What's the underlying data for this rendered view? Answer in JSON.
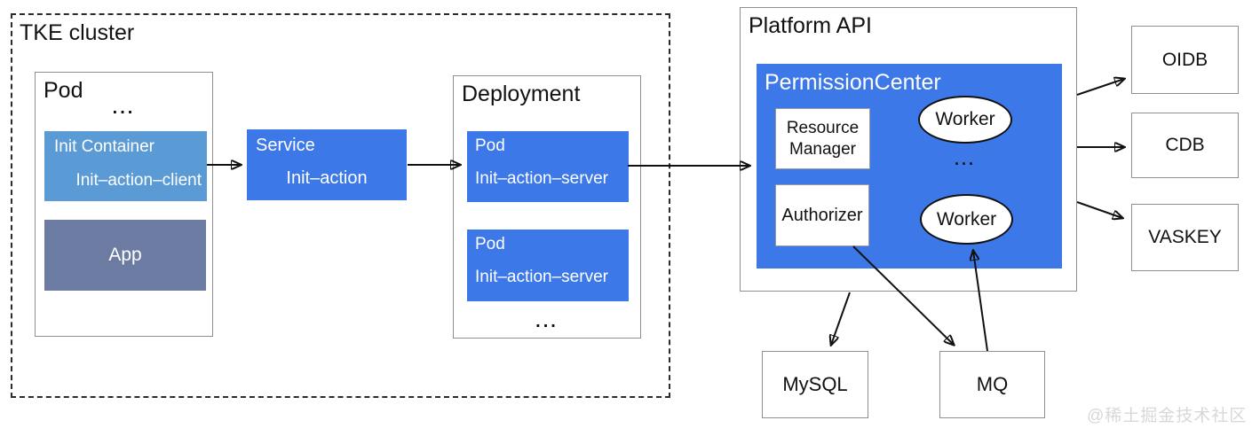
{
  "colors": {
    "primary_blue": "#3C78E8",
    "light_blue": "#5B9BD5",
    "slate_blue": "#6C7BA1",
    "box_border": "#8f8f8f",
    "watermark_gray": "#D8D8D8"
  },
  "tke_cluster": {
    "label": "TKE cluster"
  },
  "pod": {
    "label": "Pod",
    "ellipsis": "...",
    "init_container": {
      "title": "Init Container",
      "name": "Init–action–client"
    },
    "app": {
      "label": "App"
    }
  },
  "service": {
    "title": "Service",
    "name": "Init–action"
  },
  "deployment": {
    "label": "Deployment",
    "ellipsis": "...",
    "pods": [
      {
        "title": "Pod",
        "name": "Init–action–server"
      },
      {
        "title": "Pod",
        "name": "Init–action–server"
      }
    ]
  },
  "platform_api": {
    "label": "Platform API",
    "permission_center": {
      "label": "PermissionCenter",
      "resource_manager": "Resource Manager",
      "authorizer": "Authorizer",
      "worker_top": "Worker",
      "worker_bottom": "Worker",
      "ellipsis": "..."
    }
  },
  "databases": {
    "mysql": "MySQL",
    "mq": "MQ"
  },
  "external_services": {
    "oidb": "OIDB",
    "cdb": "CDB",
    "vaskey": "VASKEY"
  },
  "watermark": "@稀土掘金技术社区"
}
